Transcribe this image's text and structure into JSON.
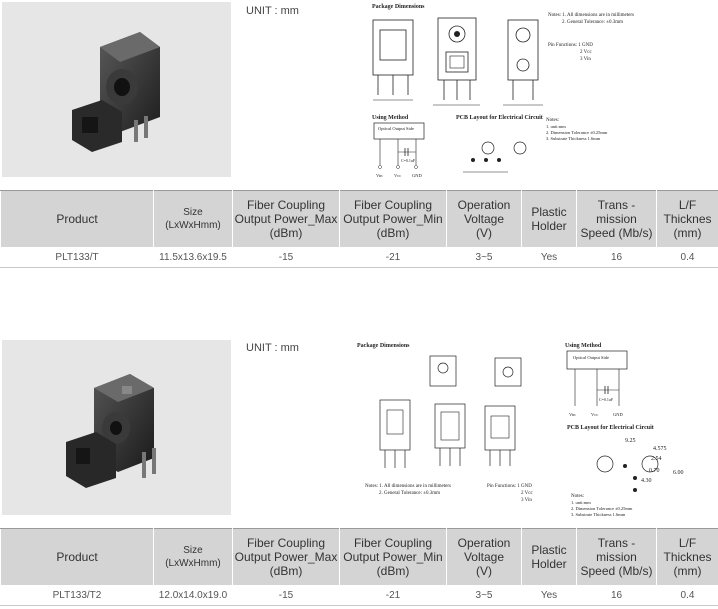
{
  "columns": [
    "Product",
    "Size\n(LxWxHmm)",
    "Fiber Coupling\nOutput Power_Max\n(dBm)",
    "Fiber Coupling\nOutput Power_Min\n(dBm)",
    "Operation\nVoltage\n(V)",
    "Plastic\nHolder",
    "Trans -\nmission\nSpeed (Mb/s)",
    "L/F\nThicknes\n(mm)"
  ],
  "products": [
    {
      "unit": "UNIT : mm",
      "drawing": {
        "package_title": "Package Dimensions",
        "notes_title": "Notes: 1. All dimensions are in millimeters",
        "notes_line2": "2. General Tolerance: ±0.3mm",
        "pin_title": "Pin Functions: 1 GND",
        "pin_2": "2 Vcc",
        "pin_3": "3 Vin",
        "using_title": "Using Method",
        "optical_label": "Optical Output Side",
        "pcb_title": "PCB Layout for Electrical Circuit",
        "pcb_notes_title": "Notes:",
        "pcb_note1": "1. unit:mm",
        "pcb_note2": "2. Dimension Tolerance ±0.25mm",
        "pcb_note3": "3. Substrate Thickness 1.6mm",
        "vcc": "Vcc",
        "vin": "Vin",
        "gnd": "GND",
        "cap": "C=0.1uF"
      },
      "row": [
        "PLT133/T",
        "11.5x13.6x19.5",
        "-15",
        "-21",
        "3~5",
        "Yes",
        "16",
        "0.4"
      ]
    },
    {
      "unit": "UNIT : mm",
      "drawing": {
        "package_title": "Package Dimensions",
        "notes_title": "Notes: 1. All dimensions are in millimeters",
        "notes_line2": "2. General Tolerance: ±0.3mm",
        "pin_title": "Pin Functions: 1 GND",
        "pin_2": "2 Vcc",
        "pin_3": "3 Vin",
        "using_title": "Using Method",
        "optical_label": "Optical Output Side",
        "pcb_title": "PCB Layout for Electrical Circuit",
        "pcb_notes_title": "Notes:",
        "pcb_note1": "1. unit:mm",
        "pcb_note2": "2. Dimension Tolerance ±0.25mm",
        "pcb_note3": "3. Substrate Thickness 1.6mm",
        "vcc": "Vcc",
        "vin": "Vin",
        "gnd": "GND",
        "cap": "C=0.1uF",
        "dim_925": "9.25",
        "dim_4575": "4.575",
        "dim_254": "2.54",
        "dim_070": "0.70",
        "dim_430": "4.30",
        "dim_600": "6.00"
      },
      "row": [
        "PLT133/T2",
        "12.0x14.0x19.0",
        "-15",
        "-21",
        "3~5",
        "Yes",
        "16",
        "0.4"
      ]
    }
  ],
  "colors": {
    "header_bg": "#d4d4d4",
    "row_border": "#c8c8c8",
    "photo_bg": "#e6e6e6",
    "body_dark": "#2e2e2e"
  }
}
